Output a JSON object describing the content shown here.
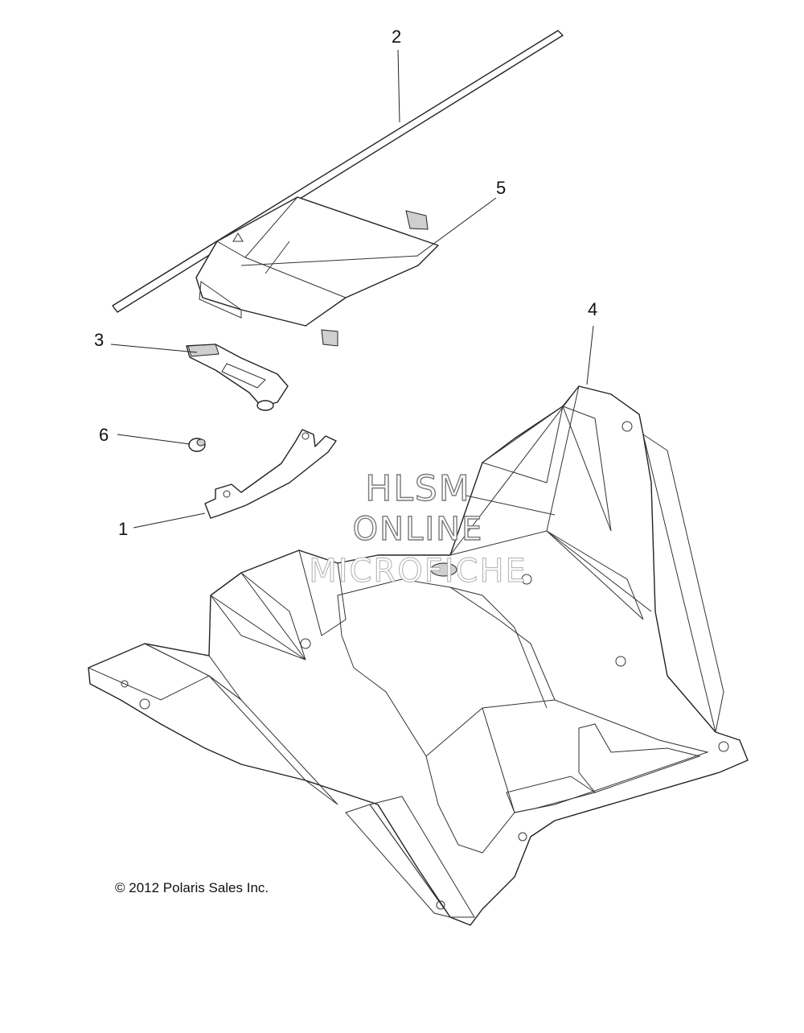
{
  "callouts": [
    {
      "id": "2",
      "label": "2"
    },
    {
      "id": "5",
      "label": "5"
    },
    {
      "id": "3",
      "label": "3"
    },
    {
      "id": "4",
      "label": "4"
    },
    {
      "id": "6",
      "label": "6"
    },
    {
      "id": "1",
      "label": "1"
    }
  ],
  "watermark": {
    "line1": "HLSM",
    "line2": "ONLINE",
    "line3": "MICROFICHE"
  },
  "copyright": "© 2012 Polaris Sales Inc."
}
